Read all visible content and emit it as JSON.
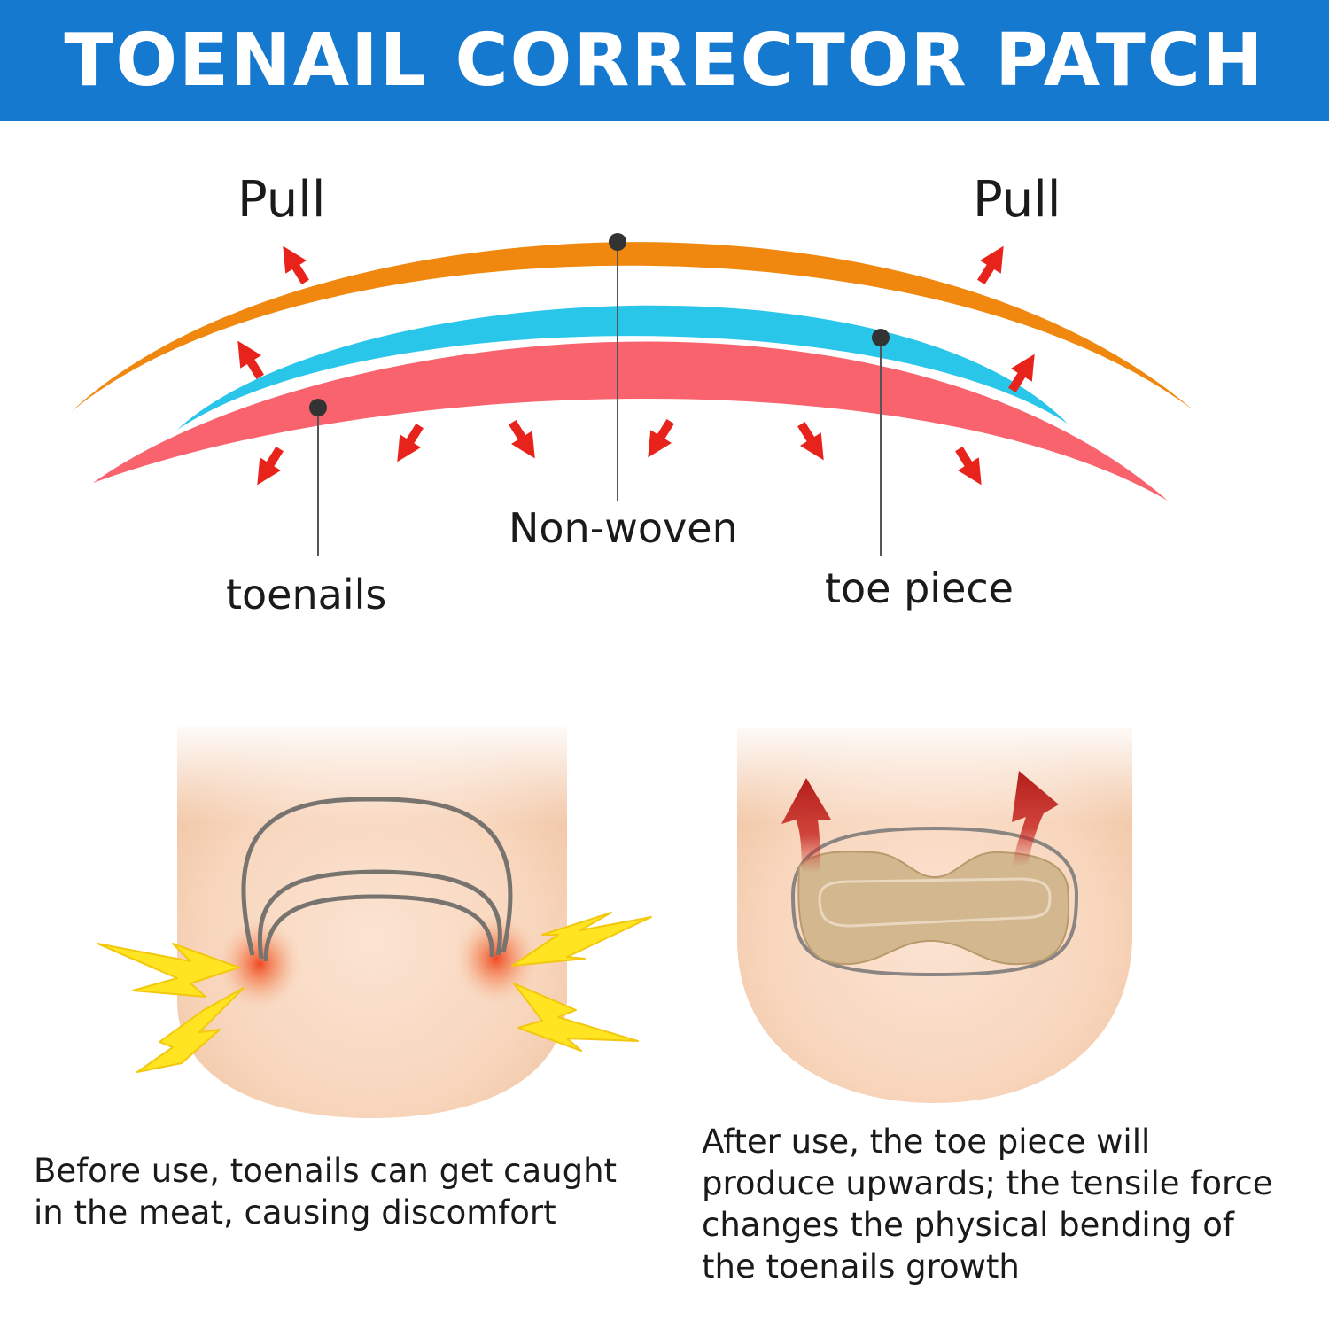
{
  "title": "TOENAIL CORRECTOR PATCH",
  "diagram": {
    "label_pull_left": "Pull",
    "label_pull_right": "Pull",
    "label_nonwoven": "Non-woven",
    "label_toenails": "toenails",
    "label_toe_piece": "toe piece"
  },
  "captions": {
    "before": [
      "Before use, toenails can get caught",
      "in the meat, causing discomfort"
    ],
    "after": [
      "After use, the toe piece will",
      "produce upwards; the tensile force",
      "changes the physical bending of",
      "the toenails growth"
    ]
  },
  "colors": {
    "banner": "#1579d0",
    "non_woven": "#f0870f",
    "toe_piece": "#29c6ea",
    "toenail": "#f8636d",
    "arrow": "#e8231c"
  }
}
